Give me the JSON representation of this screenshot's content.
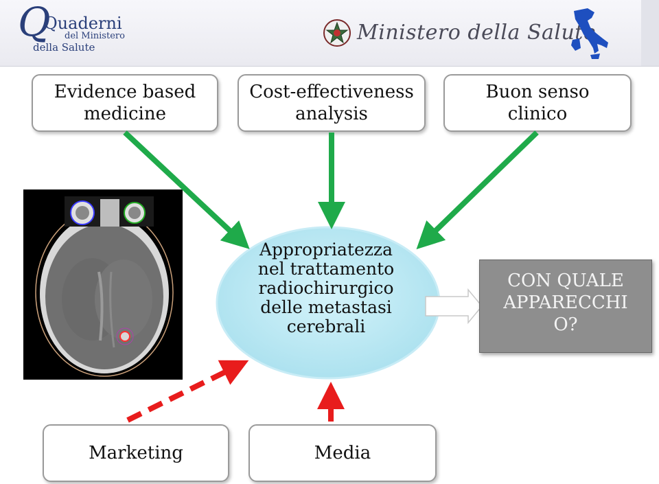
{
  "header": {
    "logo_line1": "Quaderni",
    "logo_line2": "del Ministero",
    "logo_line3": "della Salute",
    "ministry_name": "Ministero della Salute"
  },
  "boxes": {
    "evidence_line1": "Evidence based",
    "evidence_line2": "medicine",
    "cost_line1": "Cost-effectiveness",
    "cost_line2": "analysis",
    "buon_line1": "Buon senso",
    "buon_line2": "clinico",
    "marketing": "Marketing",
    "media": "Media"
  },
  "center": {
    "line1": "Appropriatezza",
    "line2": "nel trattamento",
    "line3": "radiochirurgico",
    "line4": "delle metastasi",
    "line5": "cerebrali"
  },
  "question": {
    "line1": "CON QUALE",
    "line2": "APPARECCHI",
    "line3": "O?"
  },
  "colors": {
    "green_arrow": "#1faa4a",
    "red_arrow": "#e81c1c",
    "ellipse_fill": "#bfeaf4",
    "question_box": "#8e8e8e",
    "logo_blue": "#2a3f7a"
  }
}
